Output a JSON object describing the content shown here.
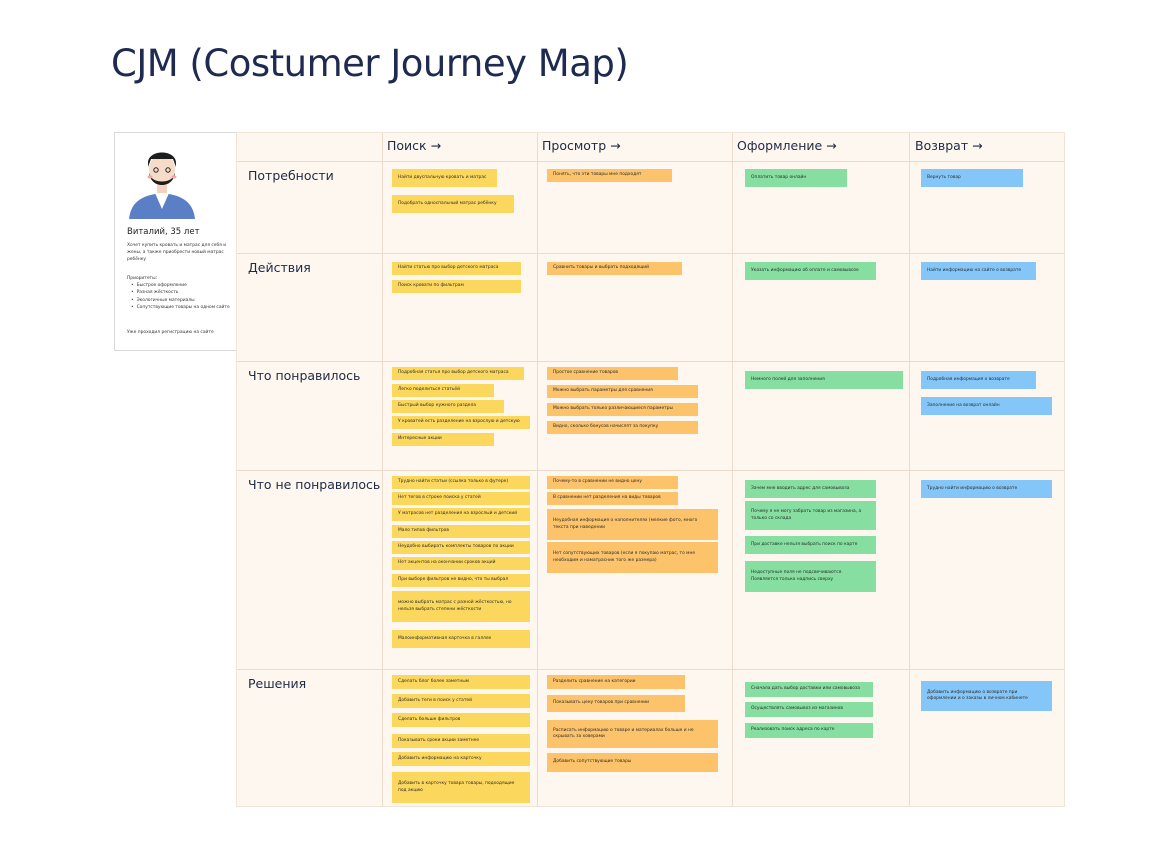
{
  "title": "CJM (Costumer Journey Map)",
  "persona": {
    "name": "Виталий, 35 лет",
    "description": "Хочет купить кровать и матрас для себя и жены, а также приобрести новый матрас ребёнку",
    "priorities_label": "Приоритеты:",
    "priorities": [
      "Быстрое оформление",
      "Разная жёсткость",
      "Экологичные материалы",
      "Сопутствующие товары на одном сайте"
    ],
    "note": "Уже проходил регистрацию на сайте"
  },
  "stages": [
    "Поиск →",
    "Просмотр →",
    "Оформление →",
    "Возврат →"
  ],
  "rows": [
    {
      "label": "Потребности",
      "cells": [
        [
          "Найти двуспальную кровать и матрас",
          "Подобрать односпальный матрас ребёнку"
        ],
        [
          "Понять, что эти товары мне подходят"
        ],
        [
          "Оплатить товар онлайн"
        ],
        [
          "Вернуть товар"
        ]
      ]
    },
    {
      "label": "Действия",
      "cells": [
        [
          "Найти статью про выбор детского матраса",
          "Поиск кровати по фильтрам"
        ],
        [
          "Сравнить товары и выбрать подходящий"
        ],
        [
          "Указать информацию об оплате и самовывозе"
        ],
        [
          "Найти информацию на сайте о возврате"
        ]
      ]
    },
    {
      "label": "Что понравилось",
      "cells": [
        [
          "Подробная статья про выбор детского матраса",
          "Легко поделиться статьёй",
          "Быстрый выбор нужного раздела",
          "У кроватей есть разделение на взрослую и детскую",
          "Интересные акции"
        ],
        [
          "Простое сравнение товаров",
          "Можно выбрать параметры для сравнения",
          "Можно выбрать только различающиеся параметры",
          "Видно, сколько бонусов начислят за покупку"
        ],
        [
          "Немного полей для заполнения"
        ],
        [
          "Подробная информация о возврате",
          "Заполнение на возврат онлайн"
        ]
      ]
    },
    {
      "label": "Что не понравилось",
      "cells": [
        [
          "Трудно найти статьи (ссылка только в футере)",
          "Нет тегов в строке поиска у статей",
          "У матрасов нет разделения на взрослый и детский",
          "Мало типов фильтров",
          "Неудобно выбирать комплекты товаров по акции",
          "Нет акцентов на окончании сроков акций",
          "При выборе фильтров не видно, что ты выбрал",
          "можно выбрать матрас с разной жёсткостью, но нельзя выбрать степени жёсткости",
          "Малоинформативная карточка в галлее"
        ],
        [
          "Почему-то в сравнении не видно цену",
          "В сравнении нет разделения на виды товаров",
          "Неудобная информация о наполнителях (мелкие фото, много текста при наведении",
          "Нет сопутствующих товаров (если я покупаю матрас, то мне необходим и наматрасник того же размера)"
        ],
        [
          "Зачем мне вводить адрес для самовывоза",
          "Почему я не могу забрать товар из магазина, а только со склада",
          "При доставке нельзя выбрать поиск по карте",
          "Недоступные поля не подсвечиваются. Появляется только надпись сверху"
        ],
        [
          "Трудно найти информацию о возврате"
        ]
      ]
    },
    {
      "label": "Решения",
      "cells": [
        [
          "Сделать блог более заметным",
          "Добавить теги в поиск у статей",
          "Сделать больше фильтров",
          "Показывать сроки акции заметнее",
          "Добавить информацию на карточку",
          "Добавить в карточку товара товары, подходящие под акцию"
        ],
        [
          "Разделить сравнение на категории",
          "Показывать цену товаров при сравнении",
          "Расписать информацию о товаре и материалах больше и не скрывать за ховерами",
          "Добавить сопутствующие товары"
        ],
        [
          "Сначала дать выбор доставки или самовывоза",
          "Осуществлять самовывоз из магазинов",
          "Реализовать поиск адреса по карте"
        ],
        [
          "Добавить информацию о возврате при оформлении и о заказы в личном кабинете"
        ]
      ]
    }
  ],
  "colors": {
    "search": "#fbd85d",
    "view": "#fcc36b",
    "checkout": "#86dea0",
    "return": "#84c6f7",
    "board": "#fdf7f0"
  }
}
